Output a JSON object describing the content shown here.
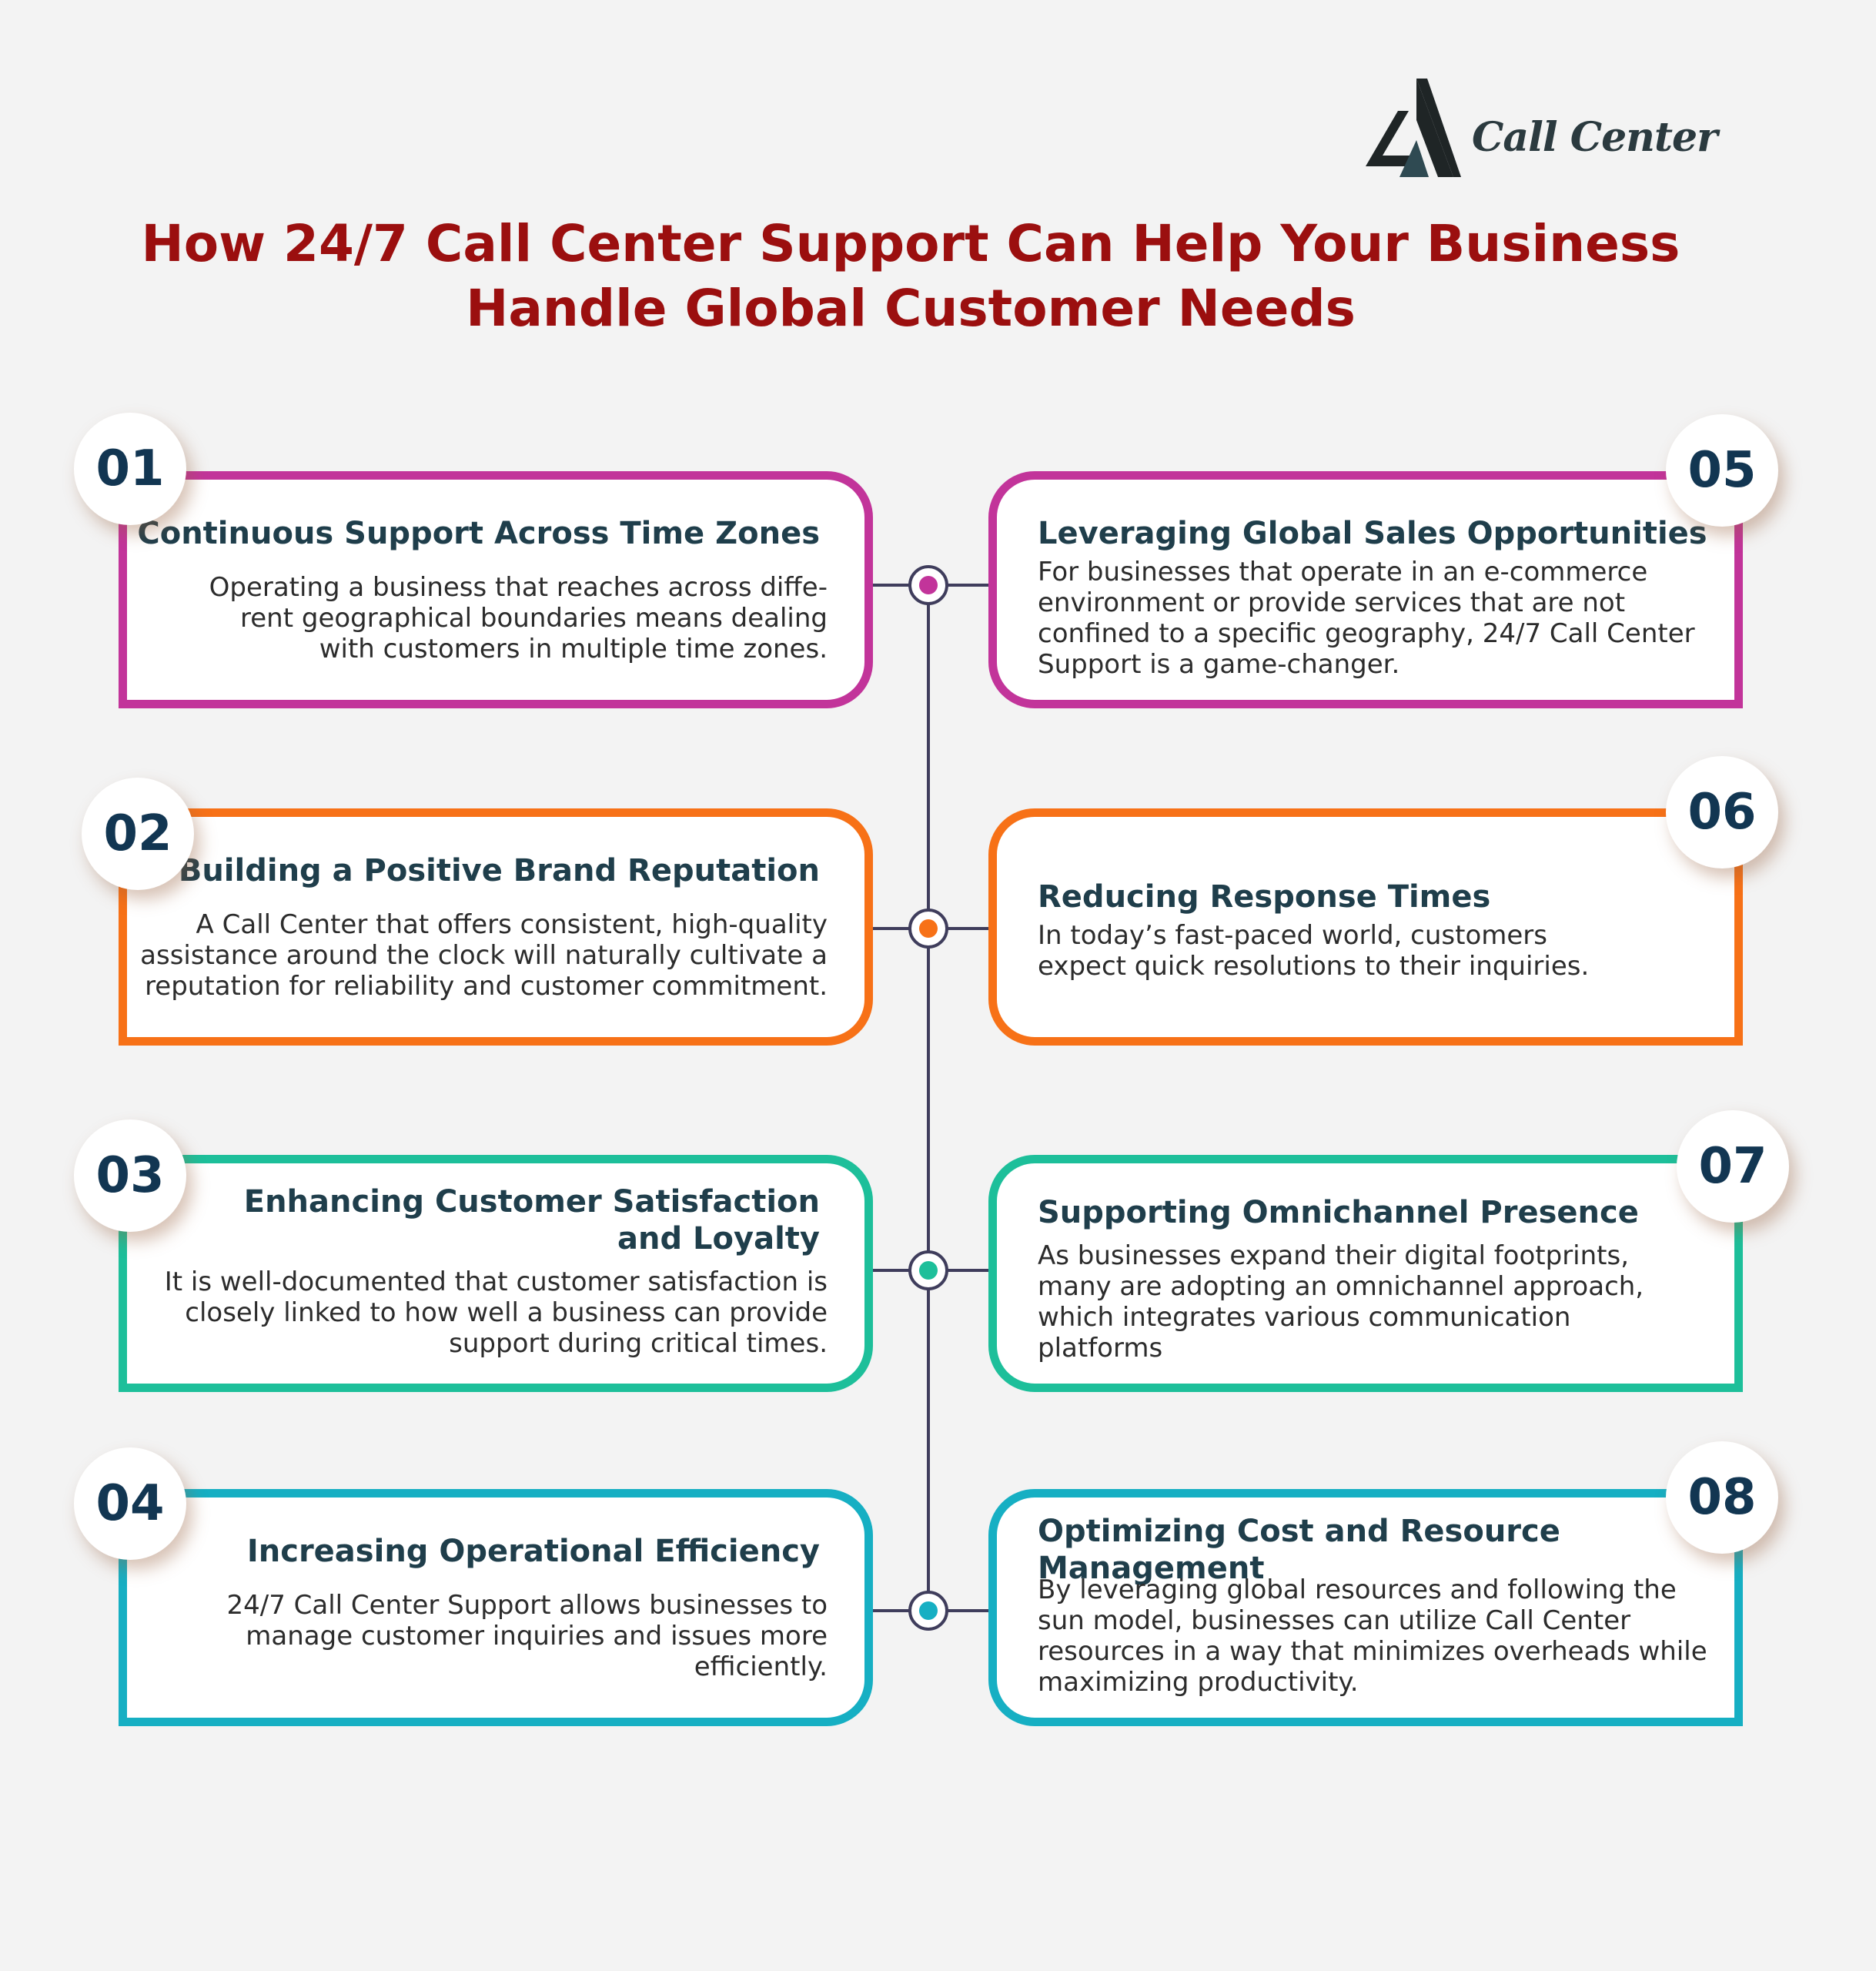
{
  "logo": {
    "text": "Call Center"
  },
  "title": {
    "line1": "How 24/7 Call Center Support Can Help Your Business",
    "line2": "Handle Global Customer Needs"
  },
  "colors": {
    "magenta": "#c2349a",
    "orange": "#f77117",
    "green": "#1dbf9a",
    "teal": "#16afc3",
    "title": "#9b0f0f",
    "number": "#123652"
  },
  "items": [
    {
      "number": "01",
      "title": [
        "Continuous Support Across Time Zones"
      ],
      "body": [
        "Operating a business that reaches across diffe-",
        "rent geographical boundaries means dealing",
        "with customers in multiple time zones."
      ]
    },
    {
      "number": "02",
      "title": [
        "Building a Positive Brand Reputation"
      ],
      "body": [
        "A Call Center that offers consistent, high-quality",
        "assistance around the clock will naturally cultivate a",
        "reputation for reliability and customer commitment."
      ]
    },
    {
      "number": "03",
      "title": [
        "Enhancing Customer Satisfaction",
        "and Loyalty"
      ],
      "body": [
        "It is well-documented that customer satisfaction is",
        "closely linked to how well a business can provide",
        "support during critical times."
      ]
    },
    {
      "number": "04",
      "title": [
        "Increasing Operational Efficiency"
      ],
      "body": [
        "24/7 Call Center Support allows businesses to",
        "manage customer inquiries and issues more",
        "efficiently."
      ]
    },
    {
      "number": "05",
      "title": [
        "Leveraging Global Sales Opportunities"
      ],
      "body": [
        "For businesses that operate in an e-commerce",
        "environment or provide services that are not",
        "confined to a specific geography, 24/7 Call Center",
        "Support is a game-changer."
      ]
    },
    {
      "number": "06",
      "title": [
        "Reducing Response Times"
      ],
      "body": [
        "In today’s fast-paced world, customers",
        "expect quick resolutions to their inquiries."
      ]
    },
    {
      "number": "07",
      "title": [
        "Supporting Omnichannel Presence"
      ],
      "body": [
        "As businesses expand their digital footprints,",
        "many are adopting an omnichannel approach,",
        "which integrates various communication",
        "platforms"
      ]
    },
    {
      "number": "08",
      "title": [
        "Optimizing Cost and Resource",
        "Management"
      ],
      "body": [
        "By leveraging global resources and following the",
        "sun model, businesses can utilize Call Center",
        "resources in a way that minimizes overheads while",
        "maximizing productivity."
      ]
    }
  ]
}
